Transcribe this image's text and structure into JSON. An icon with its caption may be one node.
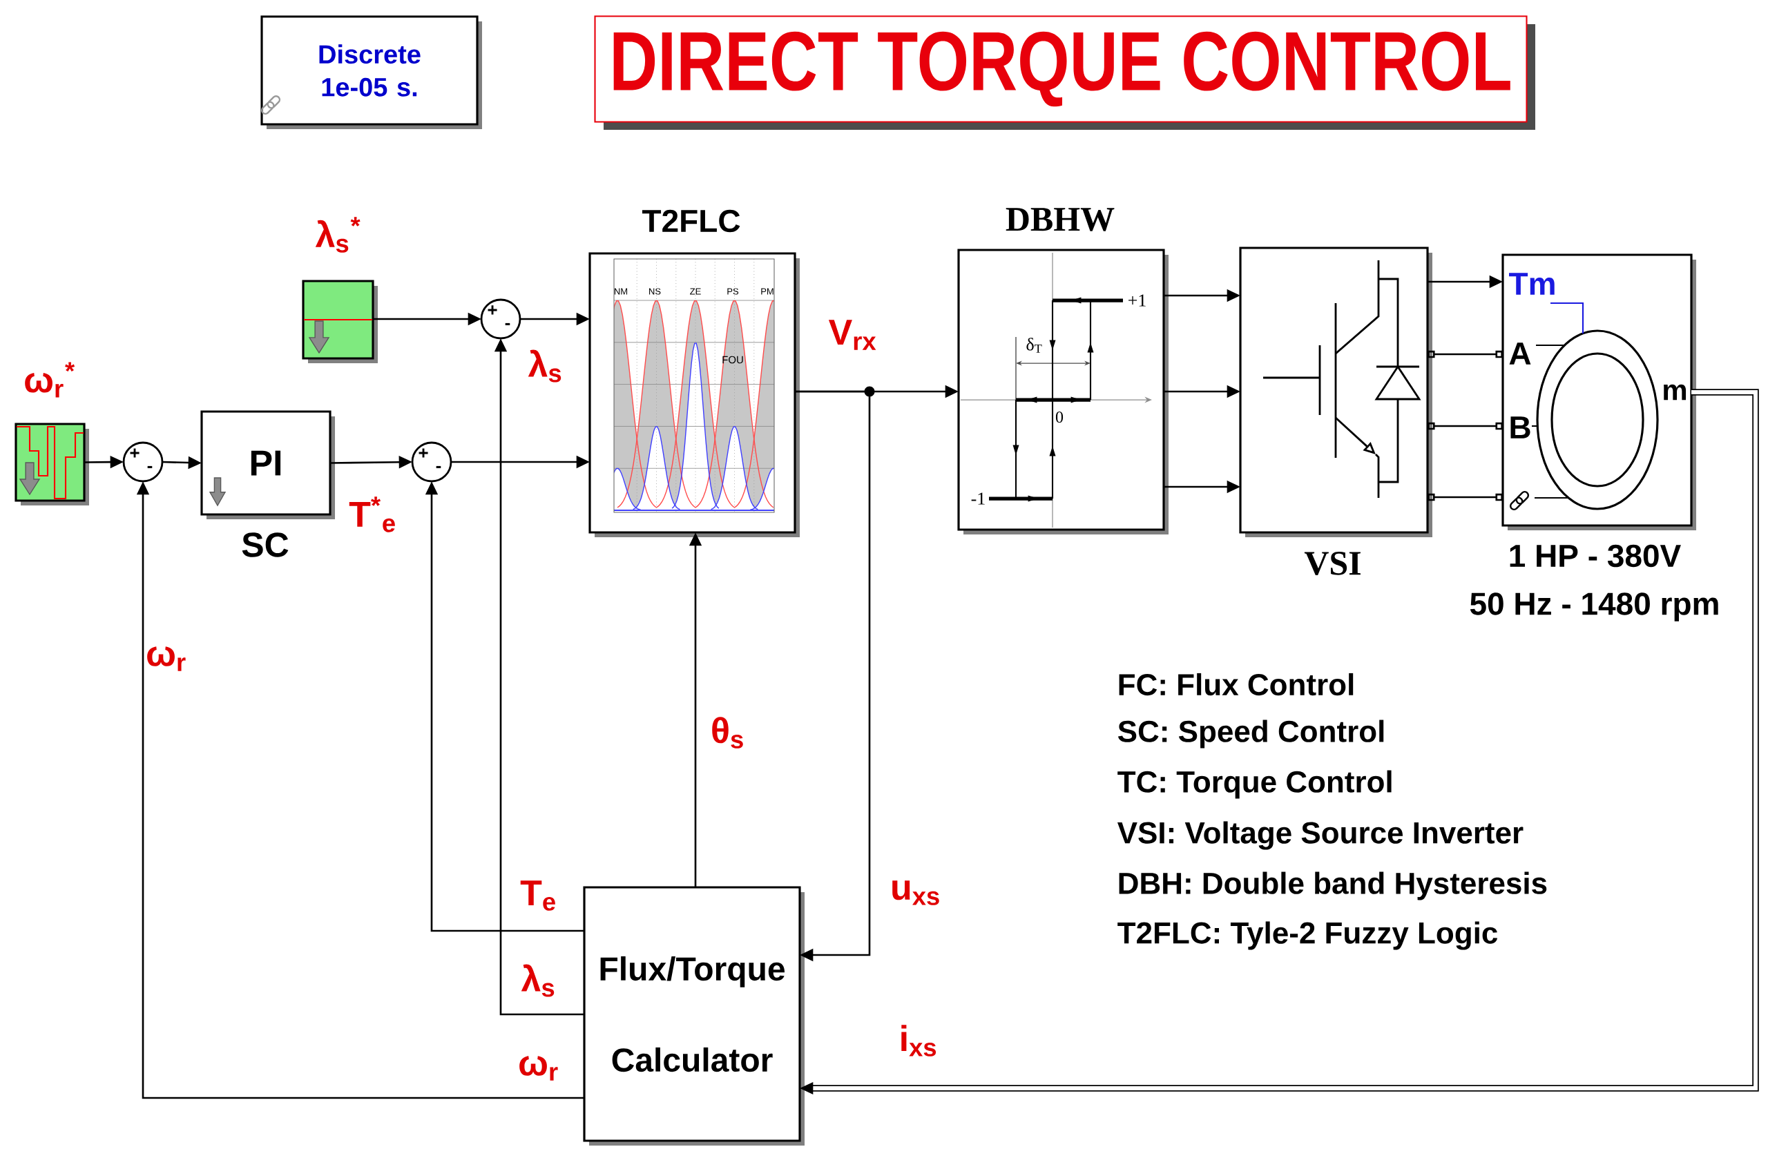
{
  "diagram": {
    "title": "DIRECT TORQUE CONTROL",
    "nodes": [
      {
        "text": [
          "Discrete 1e-05 s."
        ]
      },
      {
        "text": [
          "λ$_{s}$$^{*}$"
        ]
      },
      {
        "text": [
          "+",
          "-"
        ]
      },
      {
        "text": [
          "T2FLC"
        ]
      },
      {
        "text": [
          "DBHW"
        ]
      },
      {
        "text": [
          "VSI"
        ]
      },
      {
        "text": [
          "Tm",
          "A",
          "B",
          "m"
        ],
        "beside": [
          "1 HP - 380V",
          "50 Hz - 1480 rpm"
        ]
      },
      {
        "text": [
          "ω$_{r}$$^{*}$"
        ]
      },
      {
        "text": [
          "+",
          "-"
        ]
      },
      {
        "text": [
          "PI",
          "SC"
        ]
      },
      {
        "text": [
          "+",
          "-"
        ]
      },
      {
        "text": [
          "Flux/Torque Calculator"
        ]
      }
    ],
    "edges": [
      {
        "from": 7,
        "to": 8,
        "arrow": "to"
      },
      {
        "from": 8,
        "to": 9,
        "arrow": "to"
      },
      {
        "from": 9,
        "to": 10,
        "arrow": "to"
      },
      {
        "from": 1,
        "to": 2,
        "arrow": "to"
      },
      {
        "from": 2,
        "to": 3,
        "arrow": "to"
      },
      {
        "from": 10,
        "to": 3,
        "arrow": "to"
      },
      {
        "from": 3,
        "to": 4,
        "arrow": "to"
      },
      {
        "from": 3,
        "to": 11,
        "arrow": "to"
      },
      {
        "from": 4,
        "to": 5,
        "arrow": "to"
      },
      {
        "from": 4,
        "to": 5,
        "arrow": "to"
      },
      {
        "from": 4,
        "to": 5,
        "arrow": "to"
      },
      {
        "from": 5,
        "to": 6,
        "arrow": "to"
      },
      {
        "from": 5,
        "to": 6,
        "arrow": "other"
      },
      {
        "from": 5,
        "to": 6,
        "arrow": "other"
      },
      {
        "from": 5,
        "to": 6,
        "arrow": "other"
      },
      {
        "from": 6,
        "to": 11,
        "arrow": "to",
        "style": "thick"
      },
      {
        "from": 11,
        "to": 3,
        "arrow": "to"
      },
      {
        "from": 11,
        "to": 10,
        "arrow": "to"
      },
      {
        "from": 11,
        "to": 2,
        "arrow": "to"
      },
      {
        "from": 11,
        "to": 8,
        "arrow": "to"
      }
    ],
    "labels": [
      "NM",
      "NS",
      "ZE",
      "PS",
      "PM",
      "FOU",
      "+1",
      "δ$_{T}$",
      "0",
      "-1",
      "V$_{rx}$",
      "λ$_{s}$",
      "T$^{*}$$_{e}$",
      "ω$_{r}$",
      "FC: Flux Control",
      "SC: Speed Control",
      "TC: Torque Control",
      "VSI: Voltage Source Inverter",
      "DBH: Double band Hysteresis",
      "T2FLC: Tyle-2 Fuzzy Logic",
      "θ$_{s}$",
      "T$_{e}$",
      "u$_{xs}$",
      "λ$_{s}$",
      "i$_{xs}$",
      "ω$_{r}$"
    ]
  }
}
